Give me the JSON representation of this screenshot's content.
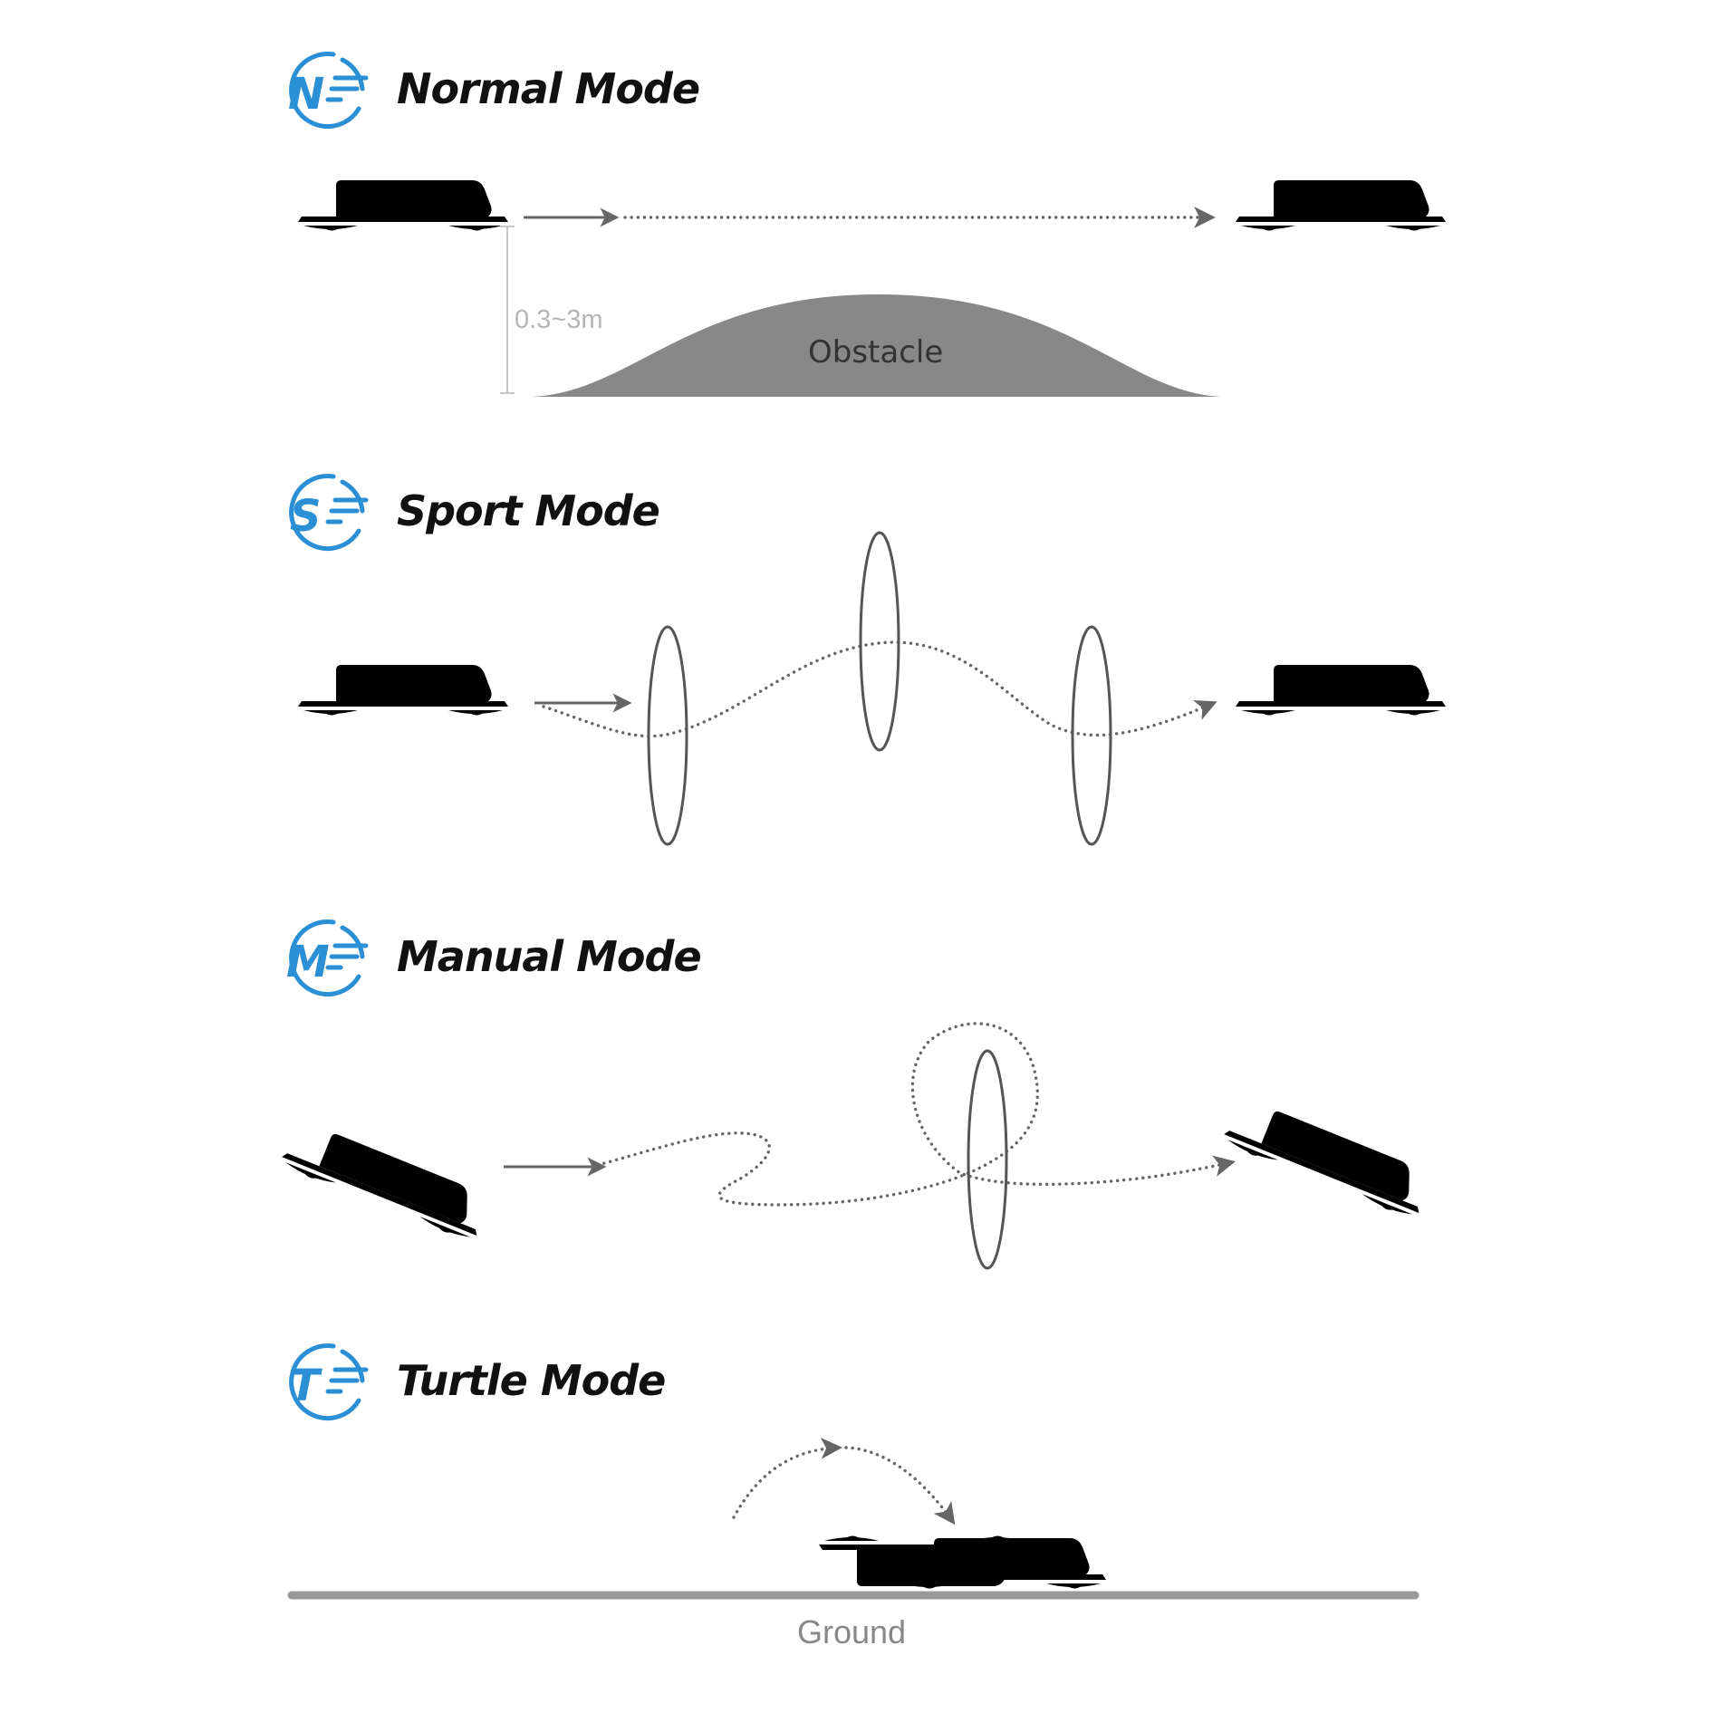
{
  "modes": [
    {
      "letter": "N",
      "title": "Normal Mode"
    },
    {
      "letter": "S",
      "title": "Sport Mode"
    },
    {
      "letter": "M",
      "title": "Manual Mode"
    },
    {
      "letter": "T",
      "title": "Turtle Mode"
    }
  ],
  "normal": {
    "height_label": "0.3~3m",
    "obstacle_label": "Obstacle"
  },
  "turtle": {
    "ground_label": "Ground"
  },
  "colors": {
    "accent": "#2a8fd4",
    "path": "#666666",
    "obstacle": "#888888",
    "ground": "#999999"
  },
  "icons": [
    "mode-badge-icon",
    "drone-icon",
    "ring-gate-icon",
    "arrowhead-icon"
  ]
}
